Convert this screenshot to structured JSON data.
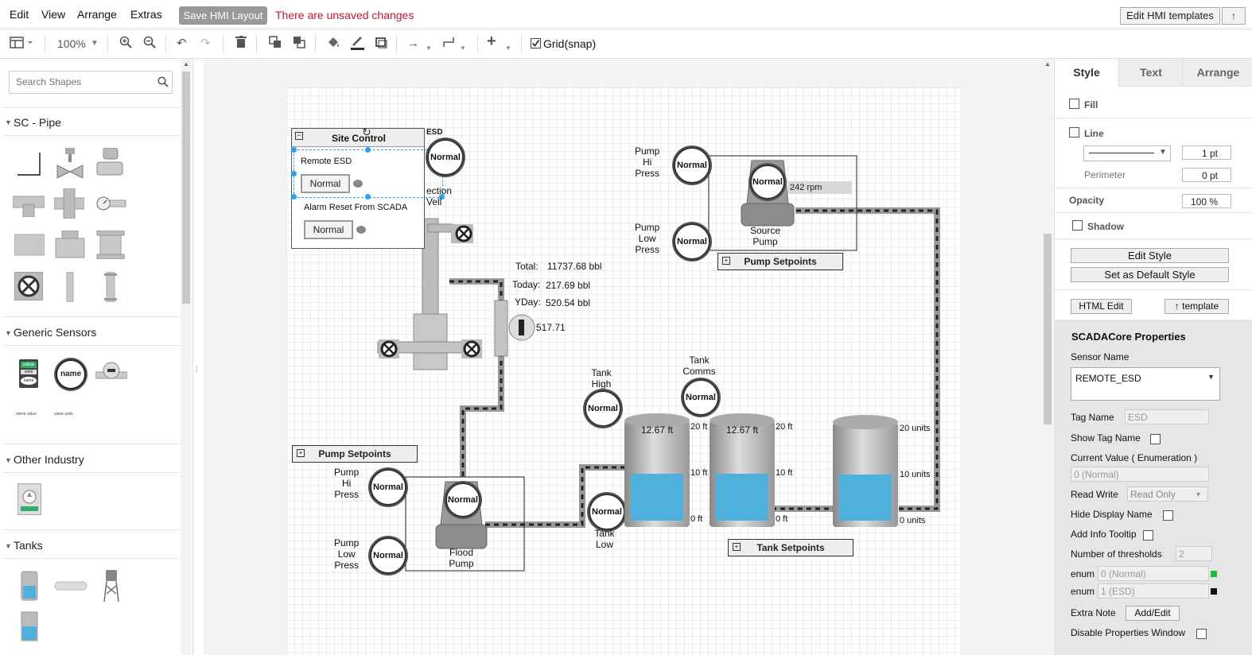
{
  "menu": {
    "items": [
      "Edit",
      "View",
      "Arrange",
      "Extras"
    ],
    "save_label": "Save HMI Layout",
    "unsaved": "There are unsaved changes",
    "edit_templates": "Edit HMI templates",
    "up": "↑"
  },
  "toolbar": {
    "zoom": "100%",
    "grid_label": "Grid(snap)",
    "grid_checked": true
  },
  "sidebar": {
    "search_placeholder": "Search Shapes",
    "sections": {
      "pipe": "SC - Pipe",
      "sensors": "Generic Sensors",
      "other": "Other Industry",
      "tanks": "Tanks"
    },
    "sensor_shape_label": "name",
    "sensor_value_label": "value",
    "sensor_units_label": "units",
    "sensor_name_label": "name"
  },
  "diagram": {
    "site_control": {
      "title": "Site Control",
      "remote_esd_label": "Remote ESD",
      "remote_esd_value": "Normal",
      "alarm_reset_label": "Alarm Reset From SCADA",
      "alarm_reset_value": "Normal"
    },
    "esd": {
      "label": "ESD",
      "value": "Normal"
    },
    "injection_well_partial": "ection\nVell",
    "totals": {
      "total_label": "Total:",
      "total_value": "11737.68 bbl",
      "today_label": "Today:",
      "today_value": "217.69 bbl",
      "yday_label": "YDay:",
      "yday_value": "520.54 bbl",
      "meter_value": "517.71"
    },
    "source_pump": {
      "hi_label": "Pump\nHi\nPress",
      "hi_value": "Normal",
      "low_label": "Pump\nLow\nPress",
      "low_value": "Normal",
      "pump_value": "Normal",
      "rpm": "242 rpm",
      "name": "Source\nPump",
      "setpoints": "Pump Setpoints"
    },
    "flood_pump": {
      "setpoints": "Pump Setpoints",
      "hi_label": "Pump\nHi\nPress",
      "hi_value": "Normal",
      "low_label": "Pump\nLow\nPress",
      "low_value": "Normal",
      "pump_value": "Normal",
      "name": "Flood\nPump"
    },
    "tank_high": {
      "label": "Tank\nHigh",
      "value": "Normal"
    },
    "tank_comms": {
      "label": "Tank\nComms",
      "value": "Normal"
    },
    "tank_low": {
      "label": "Tank\nLow",
      "value": "Normal"
    },
    "tank1": {
      "level": "12.67 ft",
      "top": "20 ft",
      "mid": "10 ft",
      "bottom": "0 ft",
      "fill": 0.5
    },
    "tank2": {
      "level": "12.67 ft",
      "top": "20 ft",
      "mid": "10 ft",
      "bottom": "0 ft",
      "fill": 0.5
    },
    "tank3": {
      "top": "20 units",
      "mid": "10 units",
      "bottom": "0 units",
      "fill": 0.5
    },
    "tank_setpoints": "Tank Setpoints"
  },
  "format_panel": {
    "tabs": [
      "Style",
      "Text",
      "Arrange"
    ],
    "active_tab": "Style",
    "fill_label": "Fill",
    "line_label": "Line",
    "line_width": "1 pt",
    "perimeter_label": "Perimeter",
    "perimeter_value": "0 pt",
    "opacity_label": "Opacity",
    "opacity_value": "100 %",
    "shadow_label": "Shadow",
    "edit_style": "Edit Style",
    "set_default_style": "Set as Default Style",
    "html_edit": "HTML Edit",
    "template": "↑ template"
  },
  "properties": {
    "title": "SCADACore Properties",
    "sensor_name_label": "Sensor Name",
    "sensor_name_value": "REMOTE_ESD",
    "tag_name_label": "Tag Name",
    "tag_name_value": "ESD",
    "show_tag_name_label": "Show Tag Name",
    "current_value_label": "Current Value ( Enumeration )",
    "current_value": "0 (Normal)",
    "read_write_label": "Read Write",
    "read_write_value": "Read Only",
    "hide_display_name_label": "Hide Display Name",
    "add_info_tooltip_label": "Add Info Tooltip",
    "thresholds_label": "Number of thresholds",
    "thresholds_value": "2",
    "enum_label": "enum",
    "enum1_value": "0 (Normal)",
    "enum1_color": "#22bb33",
    "enum2_value": "1 (ESD)",
    "enum2_color": "#111111",
    "extra_note_label": "Extra Note",
    "add_edit": "Add/Edit",
    "disable_props_label": "Disable Properties Window"
  }
}
